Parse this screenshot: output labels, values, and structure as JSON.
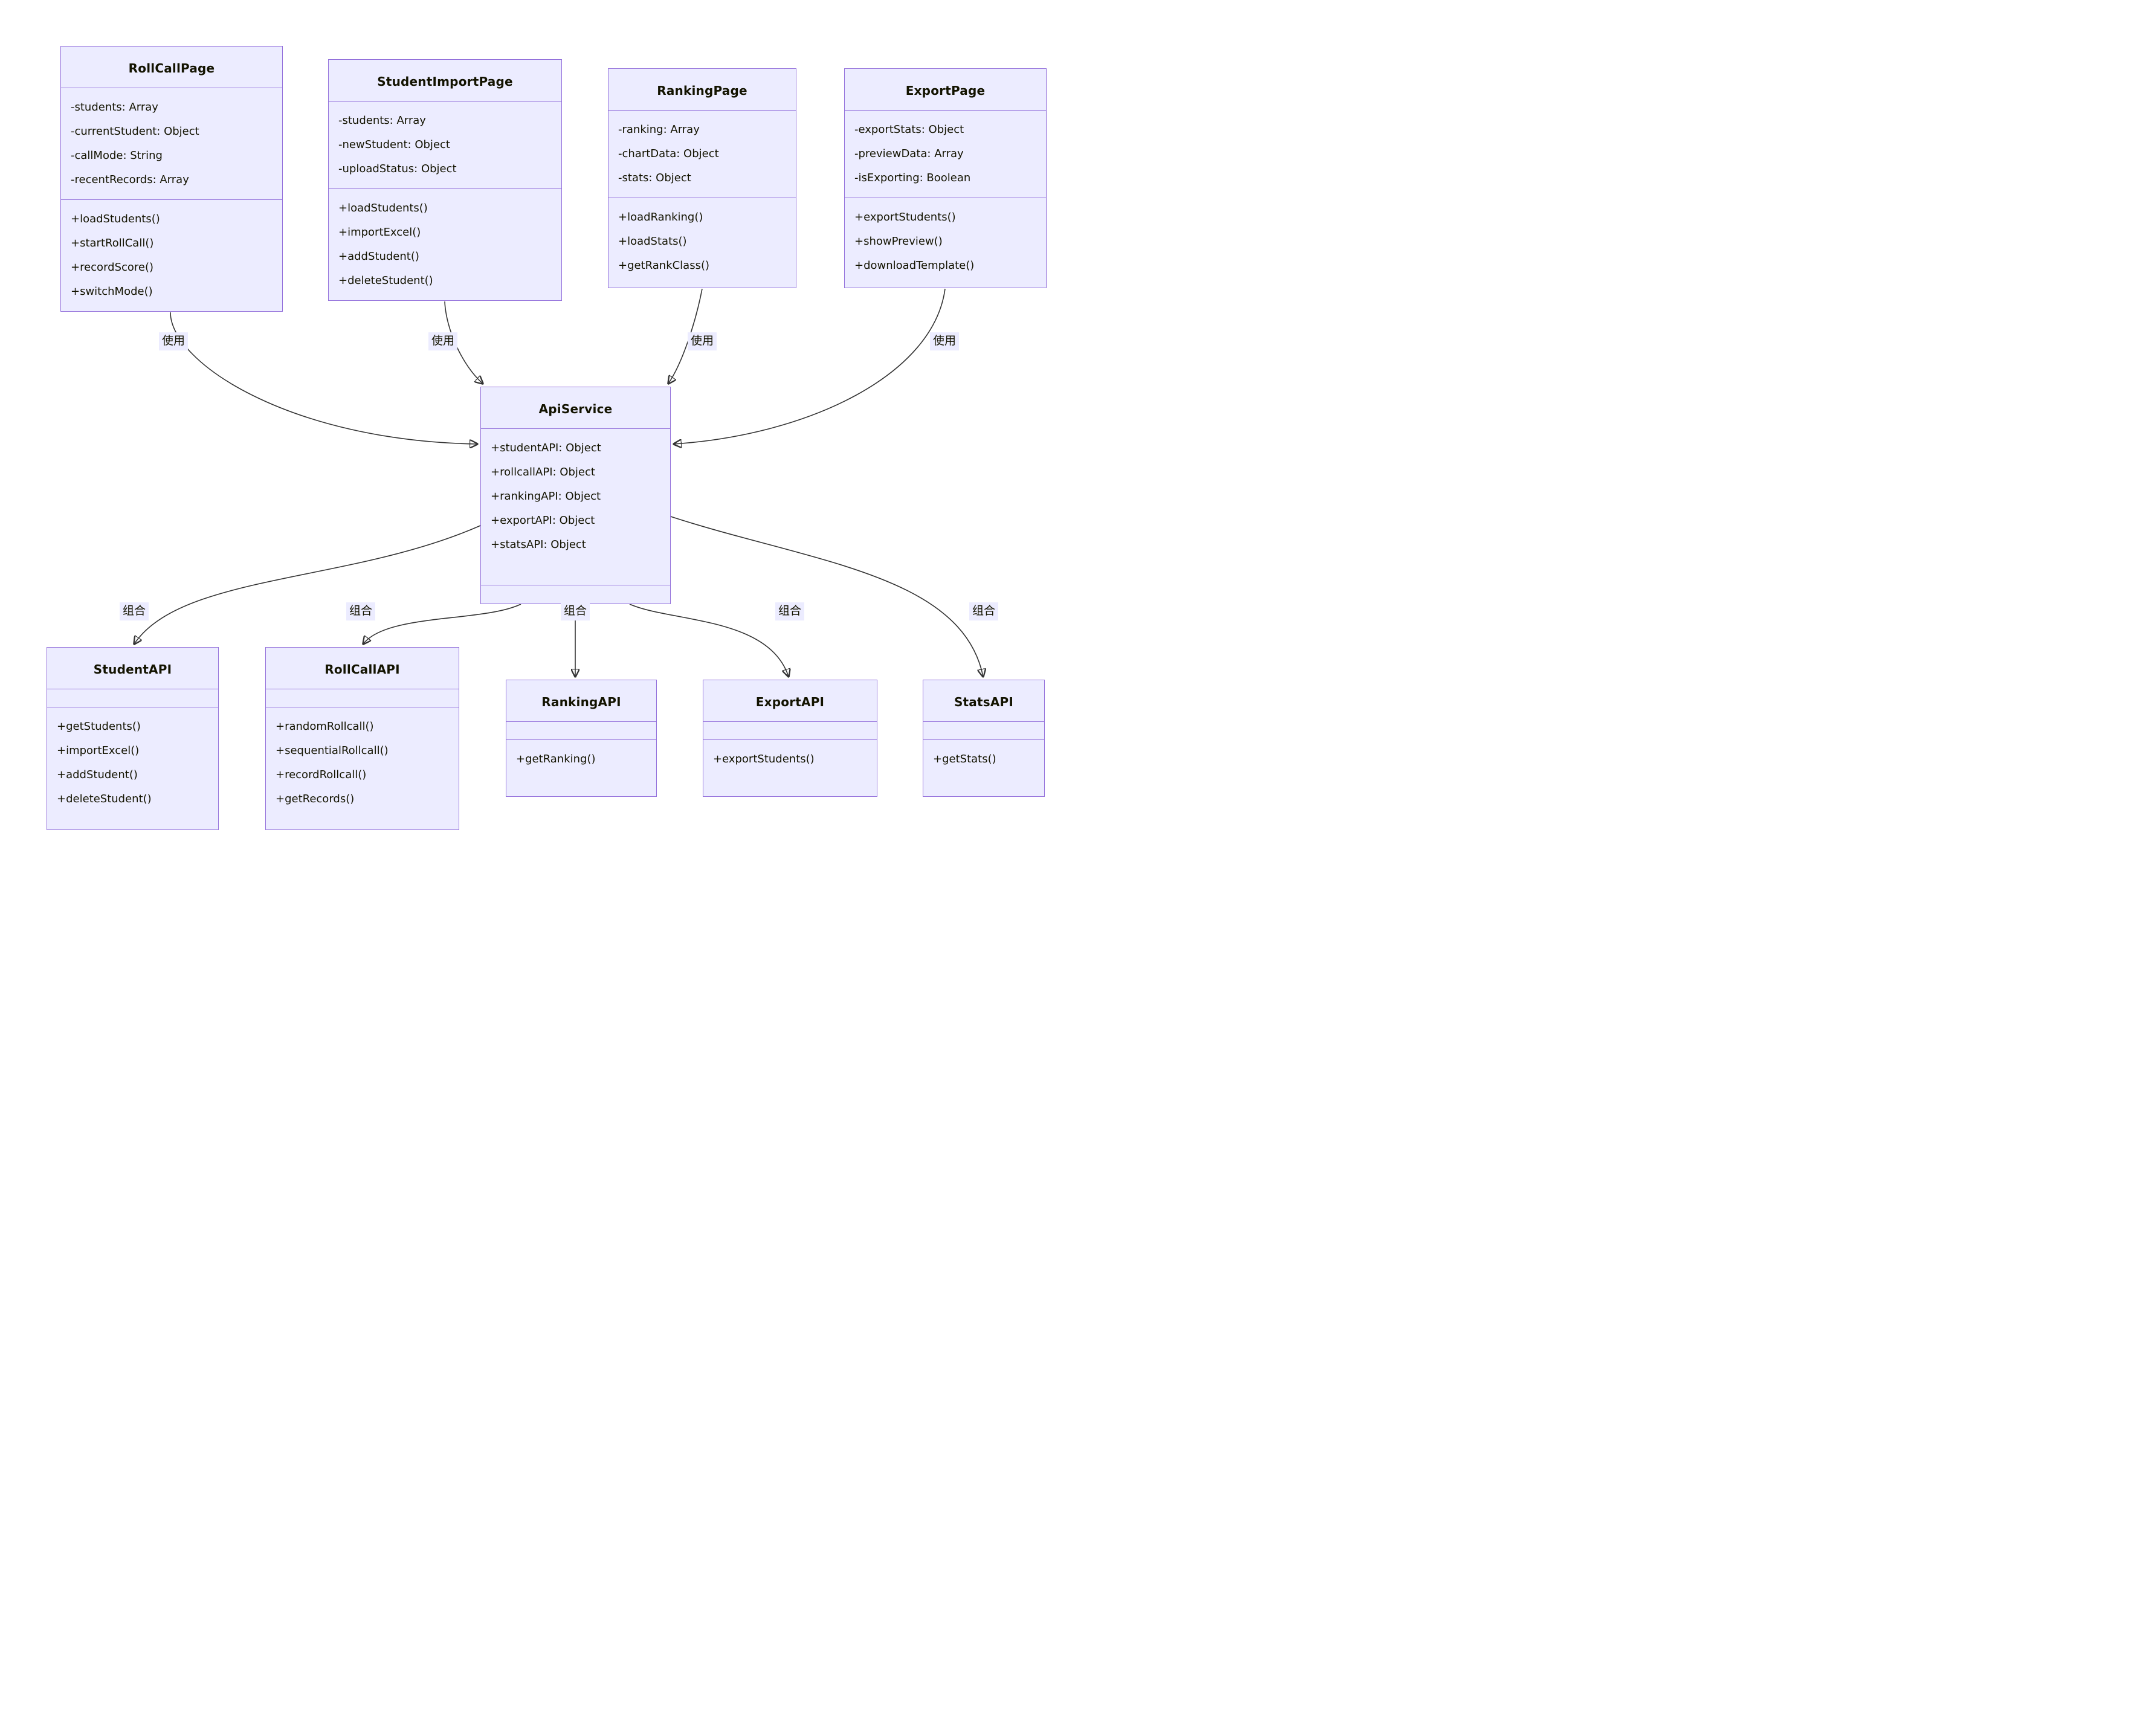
{
  "diagram": {
    "kind": "uml-class-diagram",
    "classes": [
      {
        "title": "RollCallPage",
        "attributes": [
          "-students: Array",
          "-currentStudent: Object",
          "-callMode: String",
          "-recentRecords: Array"
        ],
        "methods": [
          "+loadStudents()",
          "+startRollCall()",
          "+recordScore()",
          "+switchMode()"
        ]
      },
      {
        "title": "StudentImportPage",
        "attributes": [
          "-students: Array",
          "-newStudent: Object",
          "-uploadStatus: Object"
        ],
        "methods": [
          "+loadStudents()",
          "+importExcel()",
          "+addStudent()",
          "+deleteStudent()"
        ]
      },
      {
        "title": "RankingPage",
        "attributes": [
          "-ranking: Array",
          "-chartData: Object",
          "-stats: Object"
        ],
        "methods": [
          "+loadRanking()",
          "+loadStats()",
          "+getRankClass()"
        ]
      },
      {
        "title": "ExportPage",
        "attributes": [
          "-exportStats: Object",
          "-previewData: Array",
          "-isExporting: Boolean"
        ],
        "methods": [
          "+exportStudents()",
          "+showPreview()",
          "+downloadTemplate()"
        ]
      },
      {
        "title": "ApiService",
        "attributes": [
          "+studentAPI: Object",
          "+rollcallAPI: Object",
          "+rankingAPI: Object",
          "+exportAPI: Object",
          "+statsAPI: Object"
        ],
        "methods": []
      },
      {
        "title": "StudentAPI",
        "attributes": [],
        "methods": [
          "+getStudents()",
          "+importExcel()",
          "+addStudent()",
          "+deleteStudent()"
        ]
      },
      {
        "title": "RollCallAPI",
        "attributes": [],
        "methods": [
          "+randomRollcall()",
          "+sequentialRollcall()",
          "+recordRollcall()",
          "+getRecords()"
        ]
      },
      {
        "title": "RankingAPI",
        "attributes": [],
        "methods": [
          "+getRanking()"
        ]
      },
      {
        "title": "ExportAPI",
        "attributes": [],
        "methods": [
          "+exportStudents()"
        ]
      },
      {
        "title": "StatsAPI",
        "attributes": [],
        "methods": [
          "+getStats()"
        ]
      }
    ],
    "edges": [
      {
        "from": "RollCallPage",
        "to": "ApiService",
        "label": "使用"
      },
      {
        "from": "StudentImportPage",
        "to": "ApiService",
        "label": "使用"
      },
      {
        "from": "RankingPage",
        "to": "ApiService",
        "label": "使用"
      },
      {
        "from": "ExportPage",
        "to": "ApiService",
        "label": "使用"
      },
      {
        "from": "ApiService",
        "to": "StudentAPI",
        "label": "组合"
      },
      {
        "from": "ApiService",
        "to": "RollCallAPI",
        "label": "组合"
      },
      {
        "from": "ApiService",
        "to": "RankingAPI",
        "label": "组合"
      },
      {
        "from": "ApiService",
        "to": "ExportAPI",
        "label": "组合"
      },
      {
        "from": "ApiService",
        "to": "StatsAPI",
        "label": "组合"
      }
    ],
    "colors": {
      "box_fill": "#ECECFF",
      "box_border": "#9370DB",
      "edge_line": "#333333",
      "label_bg": "#ECECFF",
      "text": "#131300",
      "background": "#FFFFFF"
    }
  }
}
